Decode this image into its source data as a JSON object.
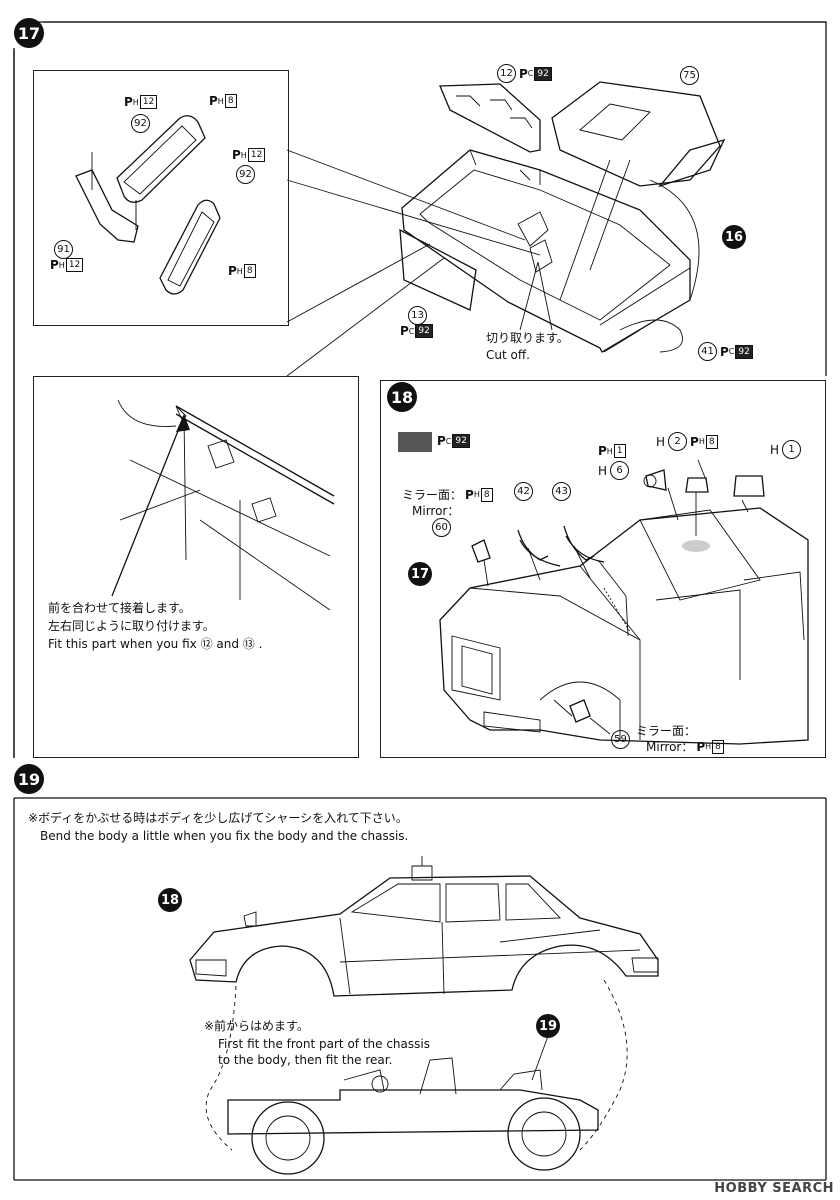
{
  "steps": {
    "s17": "17",
    "s18": "18",
    "s19": "19",
    "s16_ref": "16",
    "s17_ref": "17",
    "s18_ref": "18",
    "s19_ref": "19"
  },
  "step17": {
    "parts": {
      "p12": "12",
      "p75": "75",
      "p13": "13",
      "p41": "41",
      "p92a": "92",
      "p92b": "92",
      "p91": "91"
    },
    "paint": {
      "pc": "P",
      "pc_sub": "C",
      "h": "P",
      "h_sub": "H",
      "n92": "92",
      "n12": "12",
      "n8": "8"
    },
    "cut_off_jp": "切り取ります。",
    "cut_off_en": "Cut off.",
    "detail_jp_1": "前を合わせて接着します。",
    "detail_jp_2": "左右同じように取り付けます。",
    "detail_en": "Fit this part when you fix ⑫ and ⑬ ."
  },
  "step18": {
    "parts": {
      "h1": "1",
      "h2": "2",
      "h6": "6",
      "p42": "42",
      "p43": "43",
      "p60": "60",
      "p59": "59"
    },
    "h_letter": "H",
    "pc_num": "92",
    "n1": "1",
    "n8": "8",
    "mirror_jp": "ミラー面：",
    "mirror_en": "Mirror：",
    "mirror_jp_2": "ミラー面：",
    "mirror_en_2": "Mirror："
  },
  "step19": {
    "note_jp": "※ボディをかぶせる時はボディを少し広げてシャーシを入れて下さい。",
    "note_en": "Bend the body a little when you fix the body and the chassis.",
    "front_jp": "※前からはめます。",
    "front_en_1": "First fit the front part of the chassis",
    "front_en_2": "to the body, then fit the rear."
  },
  "watermark": "HOBBY SEARCH"
}
